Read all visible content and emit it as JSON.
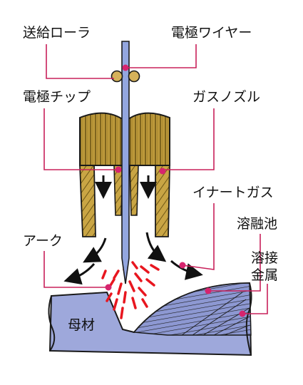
{
  "labels": {
    "feed_roller": "送給ローラ",
    "electrode_wire": "電極ワイヤー",
    "contact_tip": "電極チップ",
    "gas_nozzle": "ガスノズル",
    "inert_gas": "イナートガス",
    "molten_pool": "溶融池",
    "arc": "アーク",
    "weld_metal_line1": "溶接",
    "weld_metal_line2": "金属",
    "base_metal": "母材"
  },
  "colors": {
    "wire": "#93a6df",
    "nozzle_gold": "#bf9b3c",
    "nozzle_stripe": "#6e5716",
    "base_metal": "#9ea8db",
    "arc_red": "#e8161f",
    "leader": "#c8205a",
    "dot": "#d6246e",
    "outline": "#1a1a1a"
  }
}
